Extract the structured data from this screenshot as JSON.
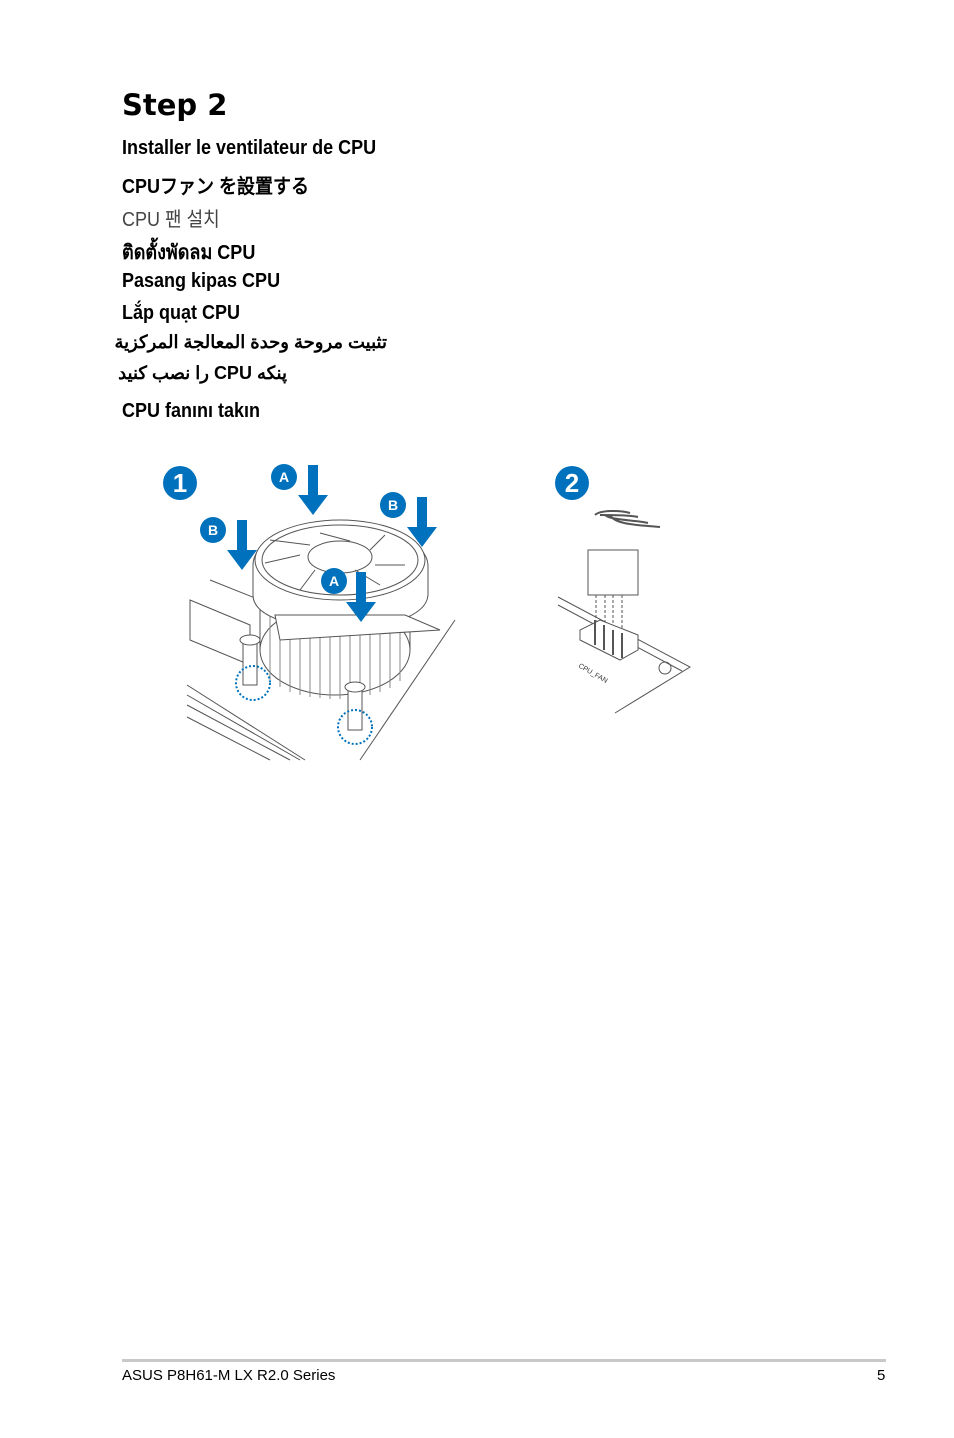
{
  "heading": "Step 2",
  "translations": [
    {
      "lang": "fr",
      "text": "Installer le ventilateur de CPU"
    },
    {
      "lang": "ja",
      "text": "CPUファン を設置する"
    },
    {
      "lang": "ko",
      "text": "CPU 팬 설치"
    },
    {
      "lang": "th",
      "text": "ติดตั้งพัดลม CPU"
    },
    {
      "lang": "id",
      "text": "Pasang kipas CPU"
    },
    {
      "lang": "vi",
      "text": "Lắp quạt CPU"
    },
    {
      "lang": "ar",
      "text": "تثبيت مروحة وحدة المعالجة المركزية"
    },
    {
      "lang": "fa",
      "text": "پنکه CPU را نصب کنيد"
    },
    {
      "lang": "tr",
      "text": "CPU fanını takın"
    }
  ],
  "illustration": {
    "step1_number": "1",
    "step2_number": "2",
    "label_a": "A",
    "label_b": "B",
    "connector_label": "CPU_FAN",
    "accent_color": "#0071bc"
  },
  "footer": {
    "product": "ASUS P8H61-M LX R2.0 Series",
    "page_number": "5"
  }
}
